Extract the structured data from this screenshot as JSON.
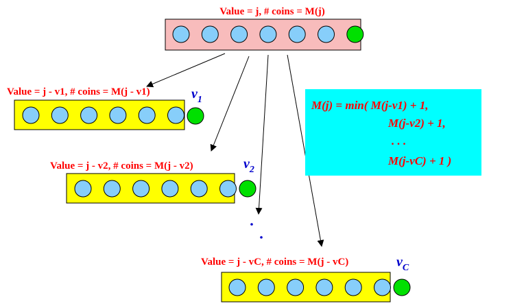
{
  "top_box": {
    "label": "Value = j, # coins = M(j)",
    "fill": "#f8bcbc",
    "circles": [
      "lightblue",
      "lightblue",
      "lightblue",
      "lightblue",
      "lightblue",
      "lightblue",
      "green"
    ]
  },
  "sub_boxes": [
    {
      "label": "Value = j - v1, # coins = M(j - v1)",
      "coin_letter": "v",
      "coin_sub": "1",
      "circle_count": 6
    },
    {
      "label": "Value = j - v2, # coins = M(j - v2)",
      "coin_letter": "v",
      "coin_sub": "2",
      "circle_count": 6
    },
    {
      "label": "Value = j - vC, # coins = M(j - vC)",
      "coin_letter": "v",
      "coin_sub": "C",
      "circle_count": 6
    }
  ],
  "formula": {
    "line1": "M(j) = min( M(j-v1) + 1,",
    "line2": "M(j-v2) + 1,",
    "line3": ". . .",
    "line4": "M(j-vC) + 1 )",
    "fill": "#00ffff"
  },
  "colors": {
    "label": "#ff0000",
    "coin_label": "#0000cc",
    "box_yellow": "#ffff00",
    "circle_blue": "#87cefa",
    "circle_green": "#00e000"
  }
}
